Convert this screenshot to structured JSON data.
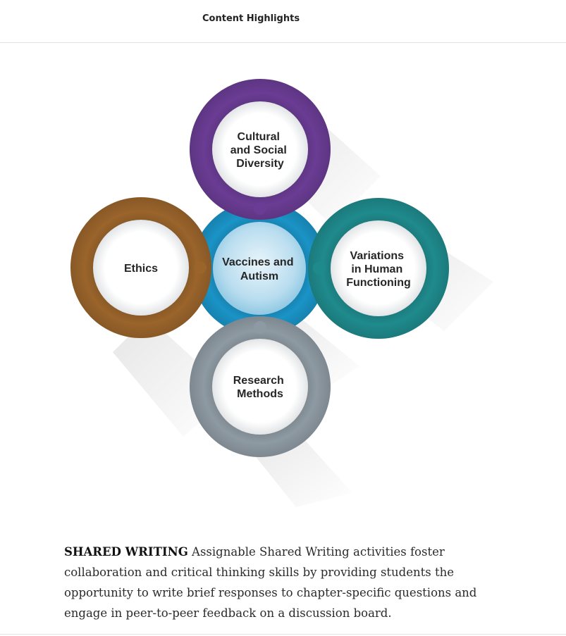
{
  "header": {
    "title": "Content Highlights"
  },
  "diagram": {
    "center": {
      "lines": [
        "Vaccines and",
        "Autism"
      ]
    },
    "top": {
      "lines": [
        "Cultural",
        "and Social",
        "Diversity"
      ]
    },
    "left": {
      "lines": [
        "Ethics"
      ]
    },
    "right": {
      "lines": [
        "Variations",
        "in Human",
        "Functioning"
      ]
    },
    "bottom": {
      "lines": [
        "Research",
        "Methods"
      ]
    },
    "colors": {
      "center": "#1a93c6",
      "top": "#6a3c94",
      "left": "#9a642b",
      "right": "#1f8a8c",
      "bottom": "#8e9aa3"
    }
  },
  "body": {
    "lead": "SHARED WRITING",
    "text": "Assignable Shared Writing activities foster collaboration and critical thinking skills by providing students the opportunity to write brief responses to chapter-specific questions and engage in peer-to-peer feedback on a discussion board."
  }
}
